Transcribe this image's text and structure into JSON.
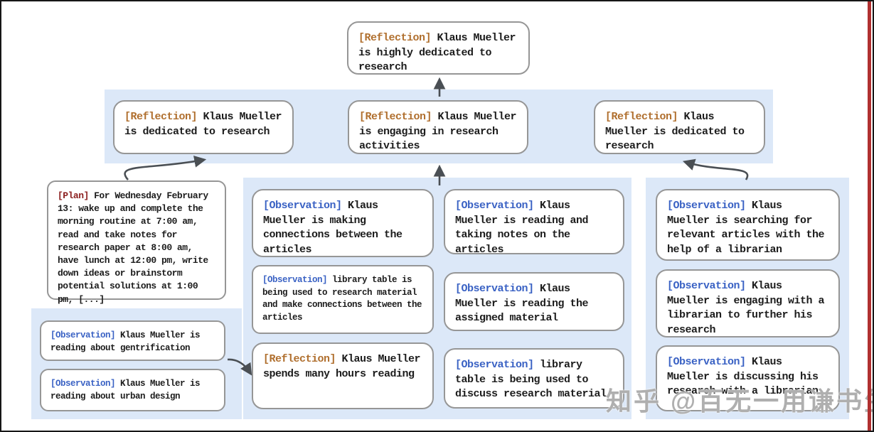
{
  "nodes": {
    "root": {
      "tag": "[Reflection]",
      "text": "Klaus Mueller is highly dedicated to research"
    },
    "refl_left": {
      "tag": "[Reflection]",
      "text": "Klaus Mueller is dedicated to research"
    },
    "refl_center": {
      "tag": "[Reflection]",
      "text": "Klaus Mueller is engaging in research activities"
    },
    "refl_right": {
      "tag": "[Reflection]",
      "text": "Klaus Mueller is dedicated to research"
    },
    "plan": {
      "tag": "[Plan]",
      "text": "For Wednesday February 13: wake up and complete the morning routine at 7:00 am, read and take notes for research paper at 8:00 am, have lunch at 12:00 pm, write down ideas or brainstorm potential solutions at 1:00 pm, [...]"
    },
    "obs_gentrification": {
      "tag": "[Observation]",
      "text": "Klaus Mueller is reading about gentrification"
    },
    "obs_urban_design": {
      "tag": "[Observation]",
      "text": "Klaus Mueller is reading about urban design"
    },
    "obs_connections": {
      "tag": "[Observation]",
      "text": "Klaus Mueller is making connections between the articles"
    },
    "obs_library_research": {
      "tag": "[Observation]",
      "text": "library table is being used to research material and make connections between the articles"
    },
    "refl_hours": {
      "tag": "[Reflection]",
      "text": "Klaus Mueller spends many hours reading"
    },
    "obs_taking_notes": {
      "tag": "[Observation]",
      "text": "Klaus Mueller is reading and taking notes on the articles"
    },
    "obs_assigned": {
      "tag": "[Observation]",
      "text": "Klaus Mueller is reading the assigned material"
    },
    "obs_library_discuss": {
      "tag": "[Observation]",
      "text": "library table is being used to discuss research material"
    },
    "obs_searching": {
      "tag": "[Observation]",
      "text": "Klaus Mueller is searching for relevant articles with the help of a librarian"
    },
    "obs_engaging": {
      "tag": "[Observation]",
      "text": "Klaus Mueller is engaging with a librarian to further his research"
    },
    "obs_discussing": {
      "tag": "[Observation]",
      "text": "Klaus Mueller is discussing his research with a librarian"
    }
  },
  "watermark": "知乎 @百无一用谦书生",
  "colors": {
    "reflection_tag": "#b06f2e",
    "plan_tag": "#8b1e1e",
    "observation_tag": "#3a62c4",
    "band_background": "#dce8f8",
    "node_border": "#969696",
    "arrow": "#4a4f54",
    "frame": "#161616",
    "right_edge_accent": "#b03030"
  }
}
